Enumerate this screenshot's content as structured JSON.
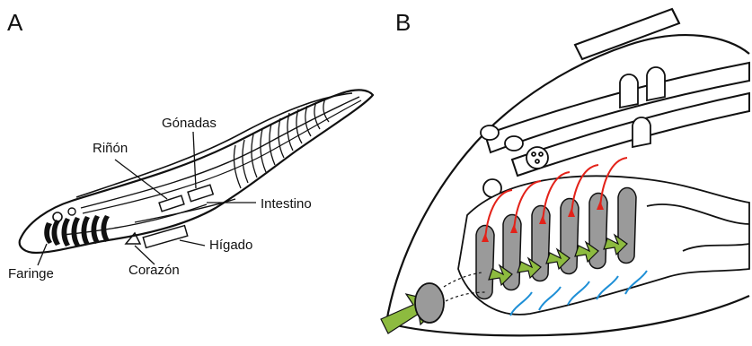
{
  "panels": {
    "a": {
      "letter": "A"
    },
    "b": {
      "letter": "B"
    }
  },
  "labels": {
    "gonadas": "Gónadas",
    "rinon": "Riñón",
    "intestino": "Intestino",
    "higado": "Hígado",
    "corazon": "Corazón",
    "faringe": "Faringe"
  },
  "colors": {
    "outline": "#111111",
    "arrow_green": "#8dbb3f",
    "flow_red": "#e32219",
    "flow_blue": "#1e8fd6",
    "gill_gray": "#9a9a9a"
  }
}
